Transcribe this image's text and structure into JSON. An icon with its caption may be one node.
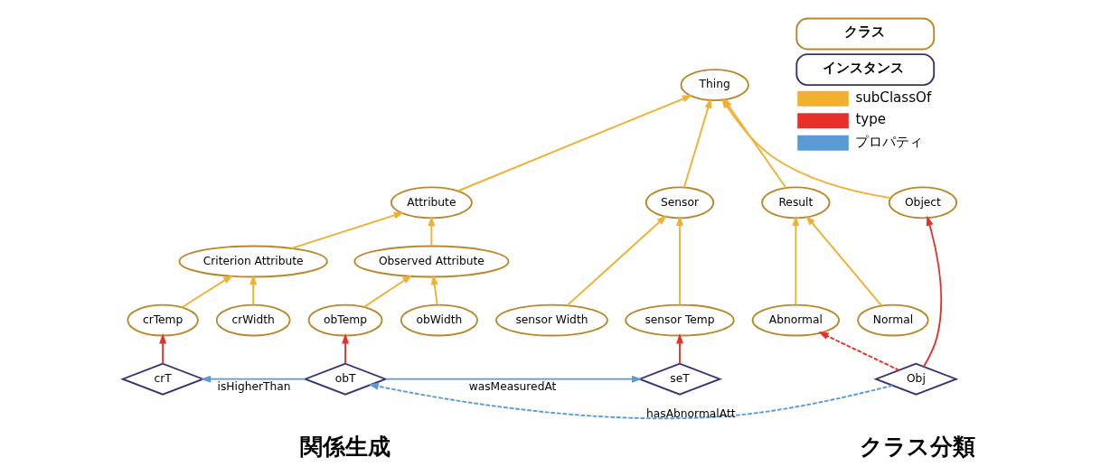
{
  "diagram": {
    "nodes": [
      {
        "text": [
          "Thing"
        ]
      },
      {
        "text": [
          "Attribute"
        ]
      },
      {
        "text": [
          "Sensor"
        ]
      },
      {
        "text": [
          "Object"
        ]
      },
      {
        "text": [
          "Result"
        ]
      },
      {
        "text": [
          "Criterion Attribute"
        ]
      },
      {
        "text": [
          "Observed Attribute"
        ]
      },
      {
        "text": [
          "crTemp"
        ]
      },
      {
        "text": [
          "crWidth"
        ]
      },
      {
        "text": [
          "obTemp"
        ]
      },
      {
        "text": [
          "obWidth"
        ]
      },
      {
        "text": [
          "sensor Temp"
        ]
      },
      {
        "text": [
          "sensor Width"
        ]
      },
      {
        "text": [
          "Abnormal"
        ]
      },
      {
        "text": [
          "Normal"
        ]
      },
      {
        "text": [
          "crT"
        ]
      },
      {
        "text": [
          "obT"
        ]
      },
      {
        "text": [
          "seT"
        ]
      },
      {
        "text": [
          "Obj"
        ]
      }
    ],
    "edges": [
      {
        "from": 1,
        "to": 0,
        "arrow": "to"
      },
      {
        "from": 2,
        "to": 0,
        "arrow": "to"
      },
      {
        "from": 3,
        "to": 0,
        "arrow": "to"
      },
      {
        "from": 4,
        "to": 0,
        "arrow": "to"
      },
      {
        "from": 5,
        "to": 1,
        "arrow": "to"
      },
      {
        "from": 6,
        "to": 1,
        "arrow": "to"
      },
      {
        "from": 7,
        "to": 5,
        "arrow": "to"
      },
      {
        "from": 8,
        "to": 5,
        "arrow": "to"
      },
      {
        "from": 9,
        "to": 6,
        "arrow": "to"
      },
      {
        "from": 10,
        "to": 6,
        "arrow": "to"
      },
      {
        "from": 11,
        "to": 2,
        "arrow": "to"
      },
      {
        "from": 12,
        "to": 2,
        "arrow": "to"
      },
      {
        "from": 13,
        "to": 4,
        "arrow": "to"
      },
      {
        "from": 14,
        "to": 4,
        "arrow": "to"
      },
      {
        "from": 15,
        "to": 7,
        "arrow": "to",
        "color": "#e8302a"
      },
      {
        "from": 16,
        "to": 9,
        "arrow": "to",
        "color": "#e8302a"
      },
      {
        "from": 17,
        "to": 11,
        "arrow": "to",
        "color": "#e8302a"
      },
      {
        "from": 18,
        "to": 3,
        "arrow": "to",
        "color": "#e8302a"
      },
      {
        "from": 18,
        "to": 13,
        "arrow": "to",
        "style": "dashed",
        "color": "#e8302a"
      },
      {
        "from": 16,
        "to": 15,
        "arrow": "to",
        "label": "isHigherThan",
        "color": "#5b9bd5"
      },
      {
        "from": 16,
        "to": 17,
        "arrow": "to",
        "label": "wasMeasuredAt",
        "color": "#5b9bd5"
      },
      {
        "from": 18,
        "to": 16,
        "arrow": "to",
        "label": "hasAbnormalAtt",
        "style": "dashed",
        "color": "#5b9bd5"
      }
    ],
    "labels": [
      "関係生成",
      "クラス分類"
    ],
    "legend": [
      {
        "text": "クラス"
      },
      {
        "text": "インスタンス"
      },
      {
        "text": "subClassOf"
      },
      {
        "text": "type"
      },
      {
        "text": "プロパティ"
      }
    ]
  }
}
